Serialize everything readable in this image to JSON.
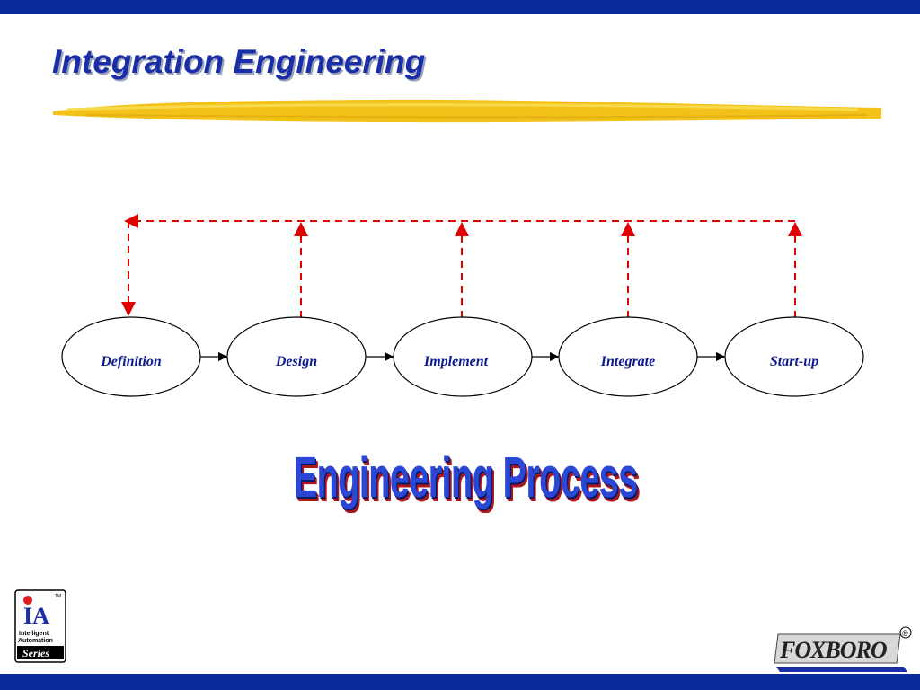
{
  "slide": {
    "title": "Integration Engineering",
    "subtitle_banner": "Engineering Process"
  },
  "process": {
    "steps": [
      {
        "label": "Definition"
      },
      {
        "label": "Design"
      },
      {
        "label": "Implement"
      },
      {
        "label": "Integrate"
      },
      {
        "label": "Start-up"
      }
    ]
  },
  "logos": {
    "ia": {
      "line1": "IA",
      "line2": "Intelligent",
      "line3": "Automation",
      "line4": "Series",
      "tm": "TM"
    },
    "foxboro": {
      "name": "FOXBORO",
      "mark": "®"
    }
  },
  "colors": {
    "bar_blue": "#0b2a9c",
    "title_blue": "#1a2ea8",
    "feedback_red": "#e00000",
    "highlight_yellow": "#f2c21a"
  }
}
